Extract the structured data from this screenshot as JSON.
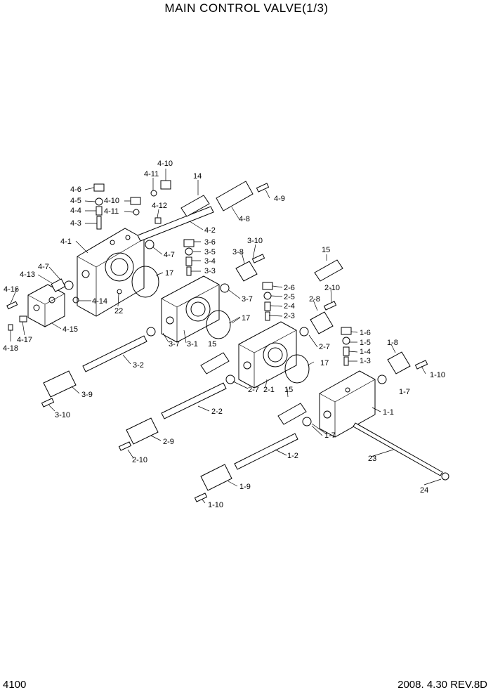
{
  "title": "MAIN CONTROL VALVE(1/3)",
  "page_number": "4100",
  "revision": "2008. 4.30 REV.8D",
  "labels": [
    {
      "id": "4-10a",
      "text": "4-10"
    },
    {
      "id": "4-11a",
      "text": "4-11"
    },
    {
      "id": "14",
      "text": "14"
    },
    {
      "id": "4-6",
      "text": "4-6"
    },
    {
      "id": "4-5",
      "text": "4-5"
    },
    {
      "id": "4-10b",
      "text": "4-10"
    },
    {
      "id": "4-4",
      "text": "4-4"
    },
    {
      "id": "4-11b",
      "text": "4-11"
    },
    {
      "id": "4-12",
      "text": "4-12"
    },
    {
      "id": "4-9",
      "text": "4-9"
    },
    {
      "id": "4-3",
      "text": "4-3"
    },
    {
      "id": "4-8",
      "text": "4-8"
    },
    {
      "id": "4-2",
      "text": "4-2"
    },
    {
      "id": "4-1",
      "text": "4-1"
    },
    {
      "id": "3-10a",
      "text": "3-10"
    },
    {
      "id": "3-6",
      "text": "3-6"
    },
    {
      "id": "3-5",
      "text": "3-5"
    },
    {
      "id": "3-8",
      "text": "3-8"
    },
    {
      "id": "4-7a",
      "text": "4-7"
    },
    {
      "id": "3-4",
      "text": "3-4"
    },
    {
      "id": "15a",
      "text": "15"
    },
    {
      "id": "4-7b",
      "text": "4-7"
    },
    {
      "id": "3-3",
      "text": "3-3"
    },
    {
      "id": "17a",
      "text": "17"
    },
    {
      "id": "4-13",
      "text": "4-13"
    },
    {
      "id": "2-6",
      "text": "2-6"
    },
    {
      "id": "2-10",
      "text": "2-10"
    },
    {
      "id": "3-7a",
      "text": "3-7"
    },
    {
      "id": "2-5",
      "text": "2-5"
    },
    {
      "id": "4-16",
      "text": "4-16"
    },
    {
      "id": "2-8",
      "text": "2-8"
    },
    {
      "id": "4-14",
      "text": "4-14"
    },
    {
      "id": "22",
      "text": "22"
    },
    {
      "id": "2-4",
      "text": "2-4"
    },
    {
      "id": "17b",
      "text": "17"
    },
    {
      "id": "2-3",
      "text": "2-3"
    },
    {
      "id": "4-15",
      "text": "4-15"
    },
    {
      "id": "3-7b",
      "text": "3-7"
    },
    {
      "id": "3-1",
      "text": "3-1"
    },
    {
      "id": "1-6",
      "text": "1-6"
    },
    {
      "id": "1-5",
      "text": "1-5"
    },
    {
      "id": "4-17",
      "text": "4-17"
    },
    {
      "id": "4-18",
      "text": "4-18"
    },
    {
      "id": "2-7a",
      "text": "2-7"
    },
    {
      "id": "1-8",
      "text": "1-8"
    },
    {
      "id": "15b",
      "text": "15"
    },
    {
      "id": "1-4",
      "text": "1-4"
    },
    {
      "id": "1-3",
      "text": "1-3"
    },
    {
      "id": "17c",
      "text": "17"
    },
    {
      "id": "3-2",
      "text": "3-2"
    },
    {
      "id": "1-10a",
      "text": "1-10"
    },
    {
      "id": "2-7b",
      "text": "2-7"
    },
    {
      "id": "2-1",
      "text": "2-1"
    },
    {
      "id": "15c",
      "text": "15"
    },
    {
      "id": "3-9",
      "text": "3-9"
    },
    {
      "id": "1-7a",
      "text": "1-7"
    },
    {
      "id": "3-10b",
      "text": "3-10"
    },
    {
      "id": "1-1",
      "text": "1-1"
    },
    {
      "id": "2-2",
      "text": "2-2"
    },
    {
      "id": "1-7b",
      "text": "1-7"
    },
    {
      "id": "2-9",
      "text": "2-9"
    },
    {
      "id": "23",
      "text": "23"
    },
    {
      "id": "2-10b",
      "text": "2-10"
    },
    {
      "id": "1-2",
      "text": "1-2"
    },
    {
      "id": "24",
      "text": "24"
    },
    {
      "id": "1-9",
      "text": "1-9"
    },
    {
      "id": "1-10b",
      "text": "1-10"
    }
  ]
}
